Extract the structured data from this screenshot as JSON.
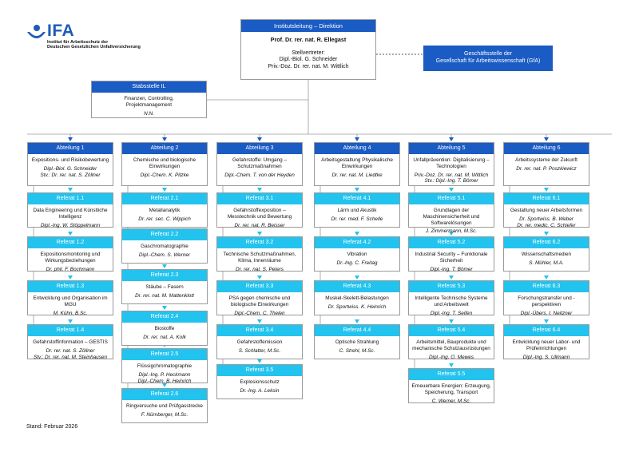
{
  "logo": {
    "text": "IFA",
    "subtitle_line1": "Institut für Arbeitsschutz der",
    "subtitle_line2": "Deutschen Gesetzlichen Unfallversicherung"
  },
  "leadership": {
    "header": "Institutsleitung – Direktion",
    "name": "Prof. Dr. rer. nat. R. Ellegast",
    "deputy_label": "Stellvertreter:",
    "deputy_1": "Dipl.-Biol. G. Schneider",
    "deputy_2": "Priv.-Doz. Dr. rer. nat. M. Wittlich"
  },
  "gfa": {
    "line1": "Geschäftsstelle der",
    "line2": "Gesellschaft für Arbeitswissenschaft (GfA)"
  },
  "staff": {
    "header": "Stabsstelle IL",
    "line1": "Finanzen, Controlling,",
    "line2": "Projektmanagement",
    "person": "N.N."
  },
  "departments": [
    {
      "header": "Abteilung 1",
      "title": "Expositions- und Risikobewertung",
      "person": "Dipl.-Biol. G. Schneider",
      "person2": "Stv.: Dr. rer. nat. S. Zöllner",
      "referate": [
        {
          "header": "Referat 1.1",
          "title": "Data Engineering und Künstliche Intelligenz",
          "person": "Dipl.-Ing. W. Stöppelmann",
          "person2": ""
        },
        {
          "header": "Referat 1.2",
          "title": "Expositionsmonitoring und Wirkungsbeziehungen",
          "person": "Dr. phil. F. Bochmann",
          "person2": ""
        },
        {
          "header": "Referat 1.3",
          "title": "Entwicklung und Organisation im MGU",
          "person": "M. Kühn, B.Sc.",
          "person2": ""
        },
        {
          "header": "Referat 1.4",
          "title": "Gefahrstoffinformation – GESTIS",
          "person": "Dr. rer. nat. S. Zöllner",
          "person2": "Stv.: Dr. rer. nat. M. Steinhausen"
        }
      ]
    },
    {
      "header": "Abteilung 2",
      "title": "Chemische und biologische Einwirkungen",
      "person": "Dipl.-Chem. K. Pitzke",
      "person2": "",
      "referate": [
        {
          "header": "Referat 2.1",
          "title": "Metallanalytik",
          "person": "Dr. rer. sec. C. Wippich",
          "person2": ""
        },
        {
          "header": "Referat 2.2",
          "title": "Gaschromatographie",
          "person": "Dipl.-Chem. S. Werner",
          "person2": ""
        },
        {
          "header": "Referat 2.3",
          "title": "Stäube – Fasern",
          "person": "Dr. rer. nat. M. Mattenklott",
          "person2": ""
        },
        {
          "header": "Referat 2.4",
          "title": "Biostoffe",
          "person": "Dr. rer. nat. A. Kolk",
          "person2": ""
        },
        {
          "header": "Referat 2.5",
          "title": "Flüssigchromatographie",
          "person": "Dipl.-Ing. P. Heckmann",
          "person2": "Dipl.-Chem. B. Heinrich"
        },
        {
          "header": "Referat 2.6",
          "title": "Ringversuche und Prüfgasstrecke",
          "person": "F. Nürnberger, M.Sc.",
          "person2": ""
        }
      ]
    },
    {
      "header": "Abteilung 3",
      "title": "Gefahrstoffe: Umgang – Schutzmaßnahmen",
      "person": "Dipl.-Chem. T. von der Heyden",
      "person2": "",
      "referate": [
        {
          "header": "Referat 3.1",
          "title": "Gefahrstoffexposition – Messtechnik und Bewertung",
          "person": "Dr. rer. nat. R. Beisser",
          "person2": ""
        },
        {
          "header": "Referat 3.2",
          "title": "Technische Schutzmaßnahmen, Klima, Innenräume",
          "person": "Dr. rer. nat. S. Peters",
          "person2": ""
        },
        {
          "header": "Referat 3.3",
          "title": "PSA gegen chemische und biologische Einwirkungen",
          "person": "Dipl.-Chem. C. Thelen",
          "person2": ""
        },
        {
          "header": "Referat 3.4",
          "title": "Gefahrstoffemission",
          "person": "S. Schlatter, M.Sc.",
          "person2": ""
        },
        {
          "header": "Referat 3.5",
          "title": "Explosionsschutz",
          "person": "Dr.-Ing. A. Leksin",
          "person2": ""
        }
      ]
    },
    {
      "header": "Abteilung 4",
      "title": "Arbeitsgestaltung Physikalische Einwirkungen",
      "person": "Dr. rer. nat. M. Liedtke",
      "person2": "",
      "referate": [
        {
          "header": "Referat 4.1",
          "title": "Lärm und Akustik",
          "person": "Dr. rer. med. F. Schelle",
          "person2": ""
        },
        {
          "header": "Referat 4.2",
          "title": "Vibration",
          "person": "Dr.-Ing. C. Freitag",
          "person2": ""
        },
        {
          "header": "Referat 4.3",
          "title": "Muskel-Skelett-Belastungen",
          "person": "Dr. Sportwiss. K. Heinrich",
          "person2": ""
        },
        {
          "header": "Referat 4.4",
          "title": "Optische Strahlung",
          "person": "C. Strehl, M.Sc.",
          "person2": ""
        }
      ]
    },
    {
      "header": "Abteilung 5",
      "title": "Unfallprävention: Digitalisierung – Technologien",
      "person": "Priv.-Doz. Dr. rer. nat. M. Wittlich",
      "person2": "Stv.: Dipl.-Ing. T. Bömer",
      "referate": [
        {
          "header": "Referat 5.1",
          "title": "Grundlagen der Maschinensicherheit und Softwarelösungen",
          "person": "J. Zimmermann, M.Sc.",
          "person2": ""
        },
        {
          "header": "Referat 5.2",
          "title": "Industrial Security – Funktionale Sicherheit",
          "person": "Dipl.-Ing. T. Bömer",
          "person2": ""
        },
        {
          "header": "Referat 5.3",
          "title": "Intelligente Technische Systeme und Arbeitswelt",
          "person": "Dipl.-Ing. T. Seifen",
          "person2": ""
        },
        {
          "header": "Referat 5.4",
          "title": "Arbeitsmittel, Bauprodukte und mechanische Schutzausrüstungen",
          "person": "Dipl.-Ing. O. Mewes",
          "person2": ""
        },
        {
          "header": "Referat 5.5",
          "title": "Erneuerbare Energien: Erzeugung, Speicherung, Transport",
          "person": "C. Werner, M.Sc.",
          "person2": ""
        }
      ]
    },
    {
      "header": "Abteilung 6",
      "title": "Arbeitssysteme der Zukunft",
      "person": "Dr. rer. nat. P. Poszkiewicz",
      "person2": "",
      "referate": [
        {
          "header": "Referat 6.1",
          "title": "Gestaltung neuer Arbeitsformen",
          "person": "Dr. Sportwiss. B. Weber",
          "person2": "Dr. rer. medic. C. Schiefer"
        },
        {
          "header": "Referat 6.2",
          "title": "Wissenschaftsmedien",
          "person": "S. Mühler, M.A.",
          "person2": ""
        },
        {
          "header": "Referat 6.3",
          "title": "Forschungstransfer und -perspektiven",
          "person": "Dipl.-Übers. I. Neitzner",
          "person2": ""
        },
        {
          "header": "Referat 6.4",
          "title": "Entwicklung neuer Labor- und Prüfeinrichtungen",
          "person": "Dipl.-Ing. S. Ullmann",
          "person2": ""
        }
      ]
    }
  ],
  "footer": {
    "stand": "Stand: Februar 2026"
  },
  "colors": {
    "dark_blue": "#1a5bc4",
    "light_blue": "#22c3ee",
    "connector": "#9a9a9a"
  }
}
